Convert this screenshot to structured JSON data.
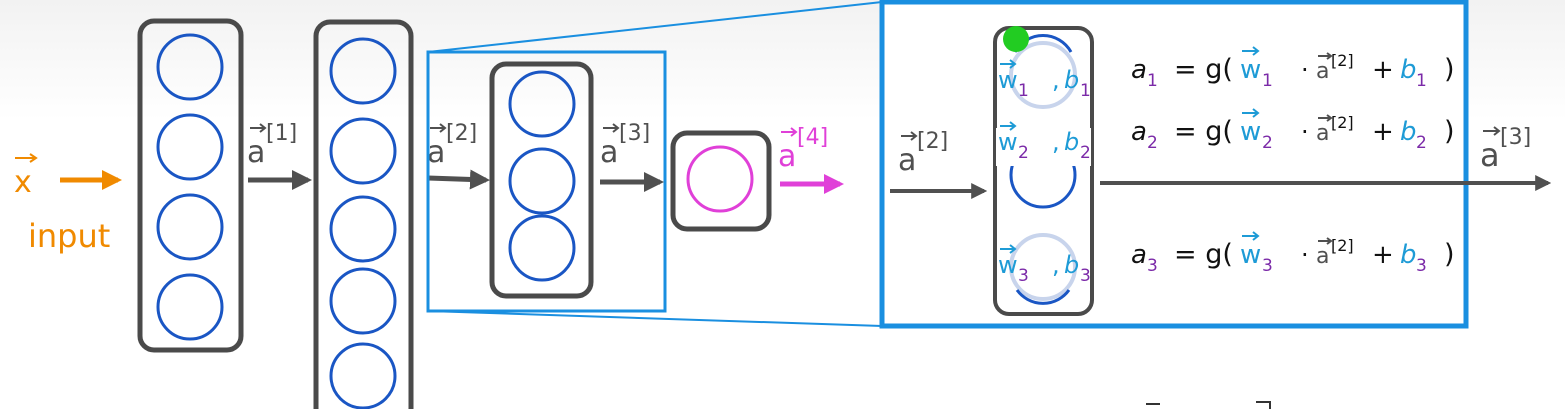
{
  "input": {
    "vector": "x",
    "label": "input"
  },
  "activations": {
    "a1": {
      "base": "a",
      "sup": "[1]"
    },
    "a2": {
      "base": "a",
      "sup": "[2]"
    },
    "a3": {
      "base": "a",
      "sup": "[3]"
    },
    "a4": {
      "base": "a",
      "sup": "[4]"
    }
  },
  "zoom": {
    "input": {
      "base": "a",
      "sup": "[2]"
    },
    "output": {
      "base": "a",
      "sup": "[3]"
    },
    "units": [
      {
        "w": "w",
        "sub": "1",
        "b": "b",
        "bsub": "1",
        "eq": {
          "a": "a",
          "asub": "1",
          "g": "= g(",
          "w": "w",
          "wsub": "1",
          "dot": "·",
          "avec": "a",
          "asup": "[2]",
          "plus": "+",
          "b": "b",
          "bsub": "1",
          "close": ")"
        }
      },
      {
        "w": "w",
        "sub": "2",
        "b": "b",
        "bsub": "2",
        "eq": {
          "a": "a",
          "asub": "2",
          "g": "= g(",
          "w": "w",
          "wsub": "2",
          "dot": "·",
          "avec": "a",
          "asup": "[2]",
          "plus": "+",
          "b": "b",
          "bsub": "2",
          "close": ")"
        }
      },
      {
        "w": "w",
        "sub": "3",
        "b": "b",
        "bsub": "3",
        "eq": {
          "a": "a",
          "asub": "3",
          "g": "= g(",
          "w": "w",
          "wsub": "3",
          "dot": "·",
          "avec": "a",
          "asup": "[2]",
          "plus": "+",
          "b": "b",
          "bsub": "3",
          "close": ")"
        }
      }
    ]
  },
  "colors": {
    "neuron": "#1a56c4",
    "output_neuron": "#e040d8",
    "layer_box": "#4a4a4a",
    "highlight_box": "#1a8fe0",
    "arrow": "#505050",
    "input_color": "#f08a00",
    "cursor": "#22cc22"
  }
}
